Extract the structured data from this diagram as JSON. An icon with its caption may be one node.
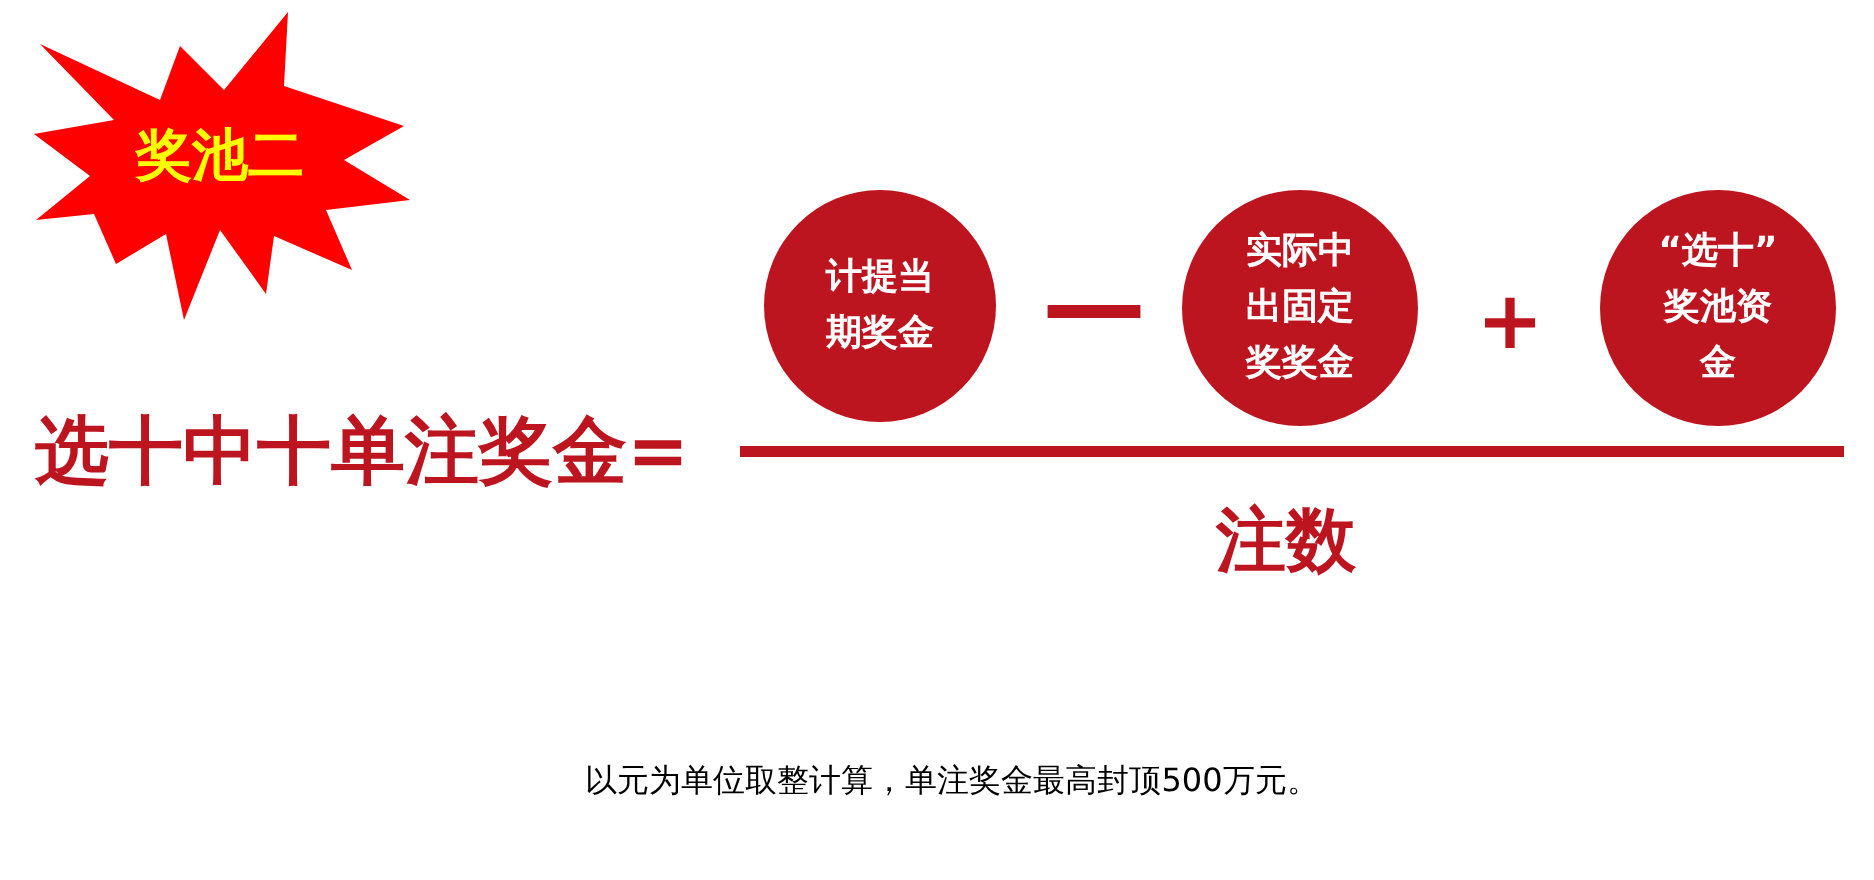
{
  "diagram": {
    "nodes": [
      {
        "text": [
          "奖池二"
        ]
      },
      {
        "text": [
          "计提当期奖金"
        ]
      },
      {
        "text": [
          "实际中出固定奖奖金"
        ]
      },
      {
        "text": [
          "“选十”奖池资金"
        ]
      }
    ],
    "labels": [
      "选十中十单注奖金=",
      "—",
      "+",
      "注数",
      "以元为单位取整计算，单注奖金最高封顶500万元。"
    ]
  }
}
